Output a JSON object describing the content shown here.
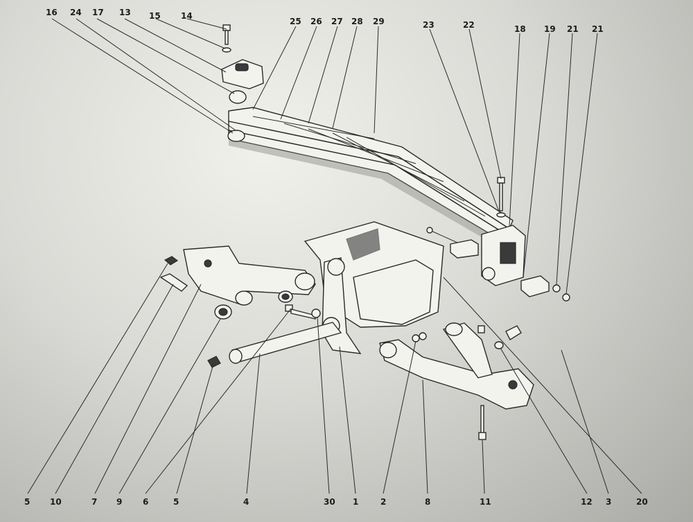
{
  "callouts": [
    {
      "id": "c16a",
      "text": "16"
    },
    {
      "id": "c24",
      "text": "24"
    },
    {
      "id": "c17",
      "text": "17"
    },
    {
      "id": "c13",
      "text": "13"
    },
    {
      "id": "c15",
      "text": "15"
    },
    {
      "id": "c14",
      "text": "14"
    },
    {
      "id": "c25",
      "text": "25"
    },
    {
      "id": "c26",
      "text": "26"
    },
    {
      "id": "c27",
      "text": "27"
    },
    {
      "id": "c28",
      "text": "28"
    },
    {
      "id": "c29",
      "text": "29"
    },
    {
      "id": "c23",
      "text": "23"
    },
    {
      "id": "c22",
      "text": "22"
    },
    {
      "id": "c18",
      "text": "18"
    },
    {
      "id": "c19",
      "text": "19"
    },
    {
      "id": "c21a",
      "text": "21"
    },
    {
      "id": "c21b",
      "text": "21"
    },
    {
      "id": "c5a",
      "text": "5"
    },
    {
      "id": "c10",
      "text": "10"
    },
    {
      "id": "c7",
      "text": "7"
    },
    {
      "id": "c9",
      "text": "9"
    },
    {
      "id": "c6",
      "text": "6"
    },
    {
      "id": "c5b",
      "text": "5"
    },
    {
      "id": "c4",
      "text": "4"
    },
    {
      "id": "c30",
      "text": "30"
    },
    {
      "id": "c1",
      "text": "1"
    },
    {
      "id": "c2",
      "text": "2"
    },
    {
      "id": "c8",
      "text": "8"
    },
    {
      "id": "c11",
      "text": "11"
    },
    {
      "id": "c12",
      "text": "12"
    },
    {
      "id": "c3",
      "text": "3"
    },
    {
      "id": "c20",
      "text": "20"
    }
  ]
}
